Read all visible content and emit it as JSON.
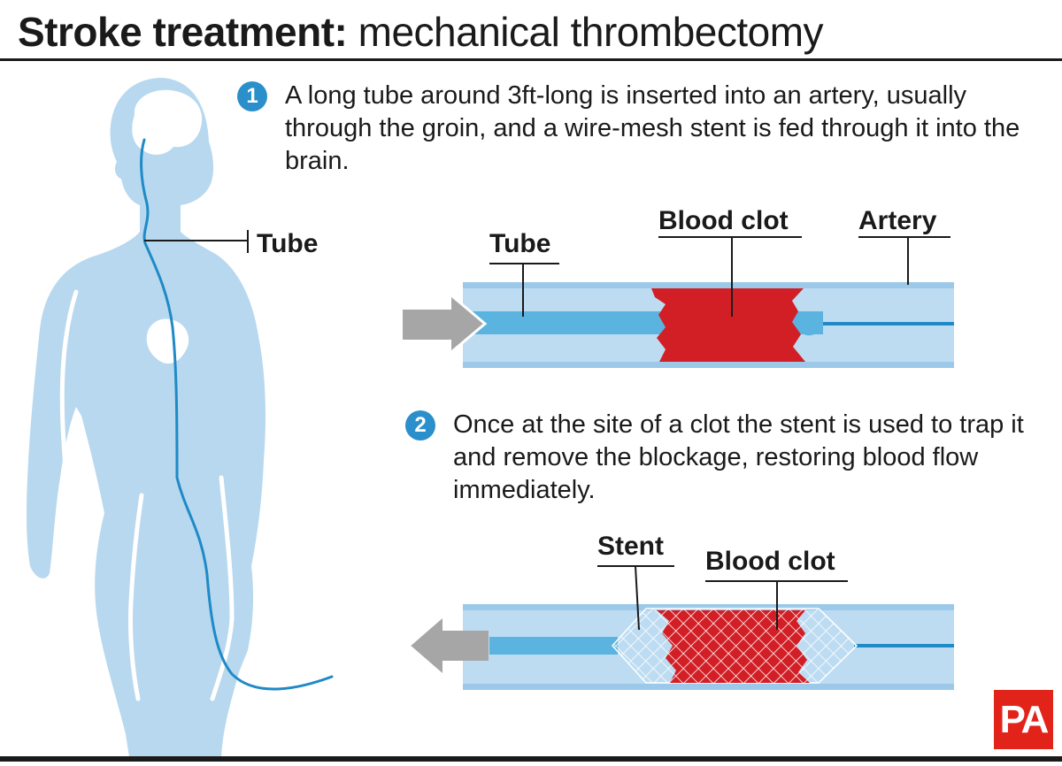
{
  "title": {
    "bold": "Stroke treatment:",
    "rest": " mechanical thrombectomy"
  },
  "steps": [
    {
      "number": "1",
      "text": "A long tube around 3ft-long is inserted into an artery, usually through the groin, and a wire-mesh stent is fed through it into the brain."
    },
    {
      "number": "2",
      "text": "Once at the site of a clot the stent is used to trap it and remove the blockage, restoring blood flow immediately."
    }
  ],
  "labels": {
    "body_tube": "Tube",
    "diagram1_tube": "Tube",
    "diagram1_clot": "Blood clot",
    "diagram1_artery": "Artery",
    "diagram2_stent": "Stent",
    "diagram2_clot": "Blood clot"
  },
  "logo": "PA",
  "colors": {
    "body": "#b7d8ef",
    "artery_wall": "#9cc9ea",
    "artery_lumen": "#bddcf2",
    "tube": "#5ab4df",
    "wire": "#1f8ac6",
    "clot": "#d21f26",
    "arrow": "#a6a6a6",
    "badge": "#2a8fcb"
  }
}
